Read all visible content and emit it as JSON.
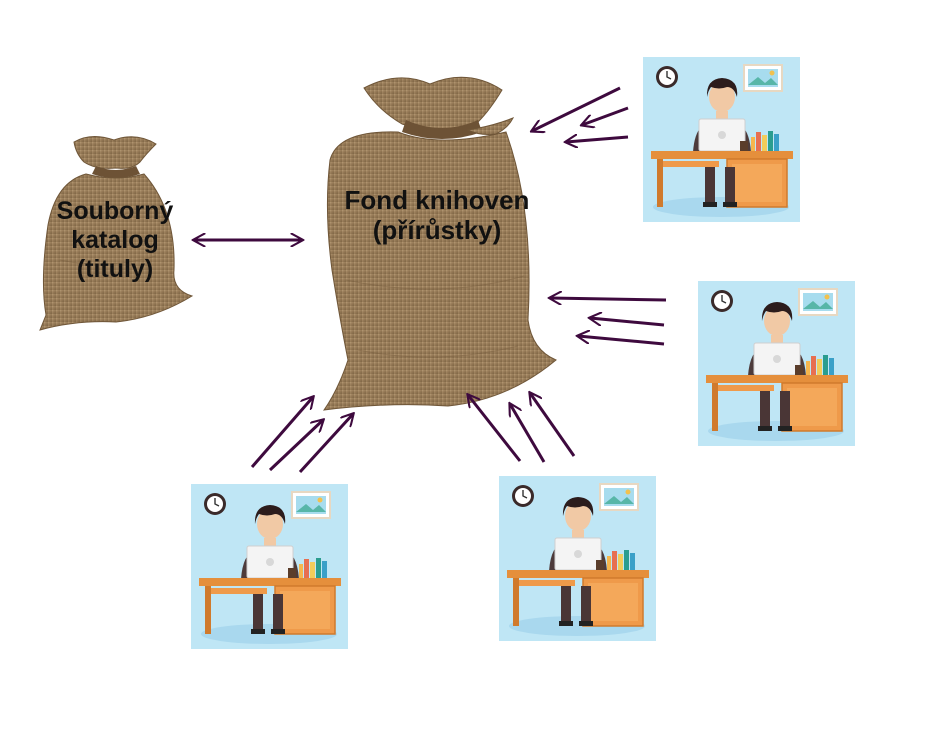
{
  "catalog": {
    "line1": "Souborný",
    "line2": "katalog",
    "line3": "(tituly)"
  },
  "fund": {
    "line1": "Fond knihoven",
    "line2": "(přírůstky)"
  },
  "colors": {
    "arrow": "#3e0a3e",
    "sack": "#9c7f5b",
    "tile_bg": "#bfe6f5",
    "desk": "#ef9a4a"
  },
  "workstations": [
    {
      "icon": "librarian-workstation-icon"
    },
    {
      "icon": "librarian-workstation-icon"
    },
    {
      "icon": "librarian-workstation-icon"
    },
    {
      "icon": "librarian-workstation-icon"
    }
  ]
}
